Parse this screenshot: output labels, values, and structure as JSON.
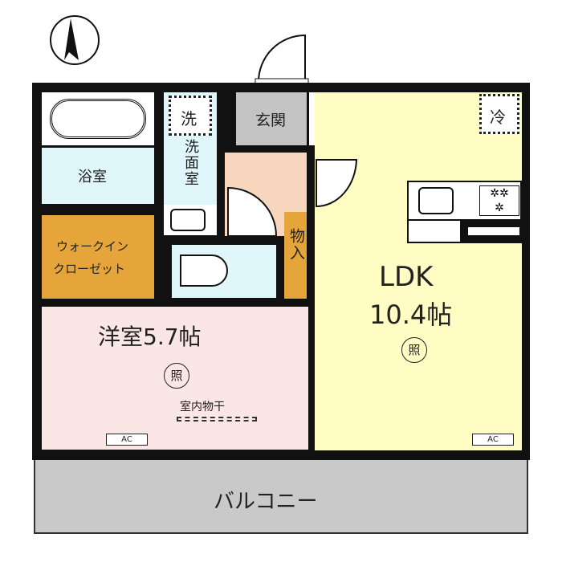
{
  "rooms": {
    "bathroom": "浴室",
    "washroom": "洗面室",
    "washer_mark": "洗",
    "entrance": "玄関",
    "walk_in_closet_line1": "ウォークイン",
    "walk_in_closet_line2": "クローゼット",
    "storage": "物入",
    "ldk_name": "LDK",
    "ldk_size": "10.4帖",
    "fridge_mark": "冷",
    "bedroom": "洋室5.7帖",
    "indoor_drying": "室内物干",
    "light_mark": "照",
    "ac_mark": "AC",
    "balcony": "バルコニー"
  },
  "colors": {
    "ldk": "#fffcc4",
    "bedroom": "#fbe6e6",
    "wet": "#dff6fa",
    "closet": "#e5a53a",
    "entrance": "#c4c4c4",
    "hall": "#f8d6be",
    "balcony": "#c9c9c9"
  }
}
